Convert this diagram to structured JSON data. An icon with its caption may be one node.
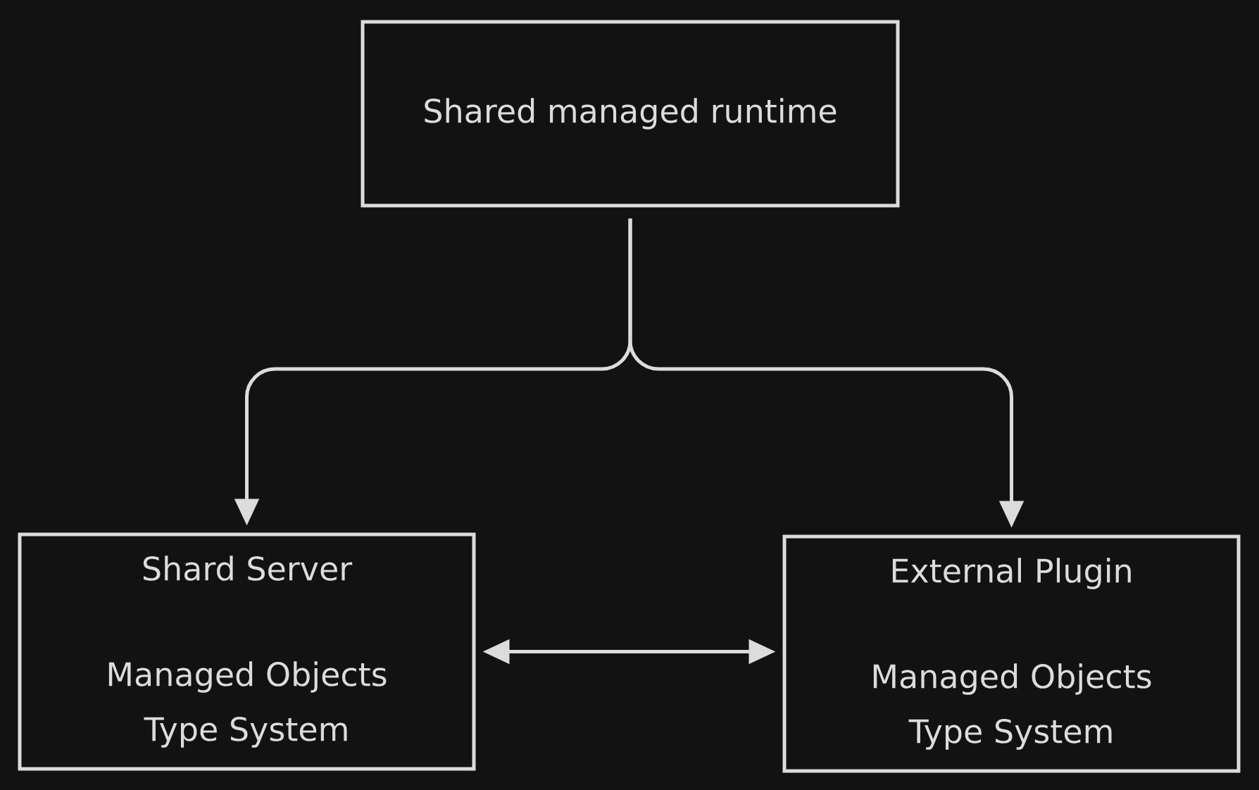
{
  "diagram": {
    "nodes": [
      {
        "text": [
          "Shared managed runtime"
        ]
      },
      {
        "text": [
          "Shard Server",
          "Managed Objects",
          "Type System"
        ]
      },
      {
        "text": [
          "External Plugin",
          "Managed Objects",
          "Type System"
        ]
      }
    ],
    "edges": [
      {
        "from": 0,
        "to": 1,
        "arrow": "to"
      },
      {
        "from": 0,
        "to": 2,
        "arrow": "to"
      },
      {
        "from": 1,
        "to": 2,
        "arrow": "both"
      }
    ]
  }
}
